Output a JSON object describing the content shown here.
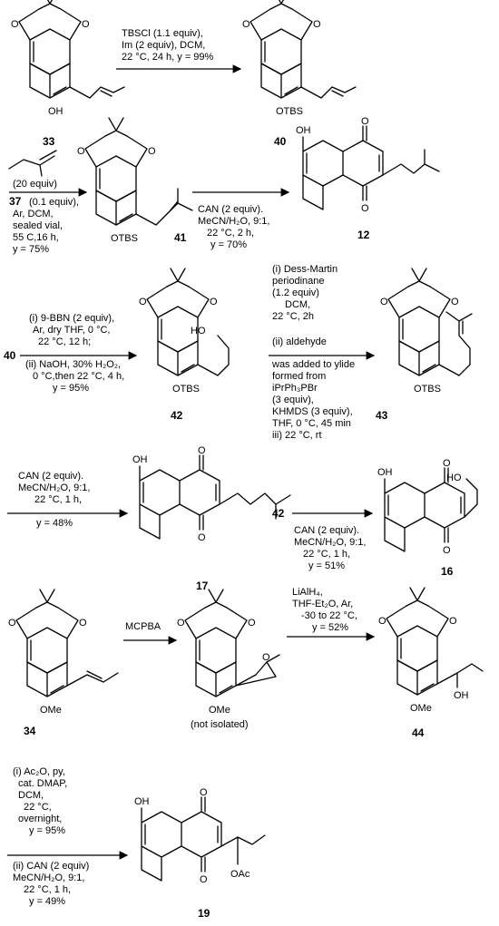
{
  "compounds": {
    "c33": {
      "label": "33",
      "oh": "OH"
    },
    "c40": {
      "label": "40",
      "otbs": "OTBS"
    },
    "c37": {
      "label": "37",
      "equiv": "(20 equiv)"
    },
    "c41": {
      "label": "41",
      "otbs": "OTBS"
    },
    "c12": {
      "label": "12",
      "oh": "OH"
    },
    "c42": {
      "label": "42",
      "otbs": "OTBS",
      "ho": "HO"
    },
    "c43": {
      "label": "43",
      "otbs": "OTBS"
    },
    "c17": {
      "label": "17",
      "oh": "OH"
    },
    "c16": {
      "label": "16",
      "oh": "OH",
      "ho": "HO"
    },
    "c34": {
      "label": "34",
      "ome": "OMe"
    },
    "epox": {
      "ome": "OMe",
      "o": "O",
      "note": "(not isolated)"
    },
    "c44": {
      "label": "44",
      "ome": "OMe",
      "oh": "OH"
    },
    "c19": {
      "label": "19",
      "oh": "OH",
      "oac": "OAc"
    }
  },
  "ring_o": "O",
  "ketone_o": "O",
  "start_refs": {
    "r40": "40",
    "r42": "42"
  },
  "conditions": {
    "step1": [
      "TBSCl (1.1 equiv),",
      "Im (2 equiv), DCM,",
      "22 °C, 24 h, y = 99%"
    ],
    "step2": [
      "(0.1 equiv),",
      "Ar, DCM,",
      "sealed vial,",
      "55 C,16 h,",
      "y = 75%"
    ],
    "step3": [
      "CAN (2 equiv).",
      "MeCN/H₂O, 9:1,",
      "22 °C, 2 h,",
      "y = 70%"
    ],
    "step4": [
      "(i) 9-BBN (2 equiv),",
      "Ar, dry THF, 0 °C,",
      "22 °C, 12 h;",
      "(ii) NaOH, 30% H₂O₂,",
      "0 °C,then 22 °C, 4 h,",
      "y = 95%"
    ],
    "step5": [
      "(i) Dess-Martin",
      "periodinane",
      "(1.2 equiv)",
      "DCM,",
      "22 °C, 2h",
      "(ii) aldehyde",
      "was added to ylide",
      "formed from",
      "iPrPh₃PBr",
      "(3 equiv),",
      "KHMDS (3 equiv),",
      "THF, 0 °C, 45 min",
      "iii) 22 °C, rt"
    ],
    "step6": [
      "CAN (2 equiv).",
      "MeCN/H₂O, 9:1,",
      "22 °C, 1 h,",
      "y = 48%"
    ],
    "step7": [
      "CAN (2 equiv).",
      "MeCN/H₂O, 9:1,",
      "22 °C, 1 h,",
      "y = 51%"
    ],
    "step8": [
      "MCPBA"
    ],
    "step9": [
      "LiAlH₄,",
      "THF-Et₂O, Ar,",
      "-30 to 22 °C,",
      "y = 52%"
    ],
    "step10": [
      "(i) Ac₂O, py,",
      "cat. DMAP,",
      "DCM,",
      "22 °C,",
      "overnight,",
      "y = 95%",
      "(ii) CAN (2 equiv)",
      "MeCN/H₂O, 9:1,",
      "22 °C, 1 h,",
      "y = 49%"
    ]
  }
}
